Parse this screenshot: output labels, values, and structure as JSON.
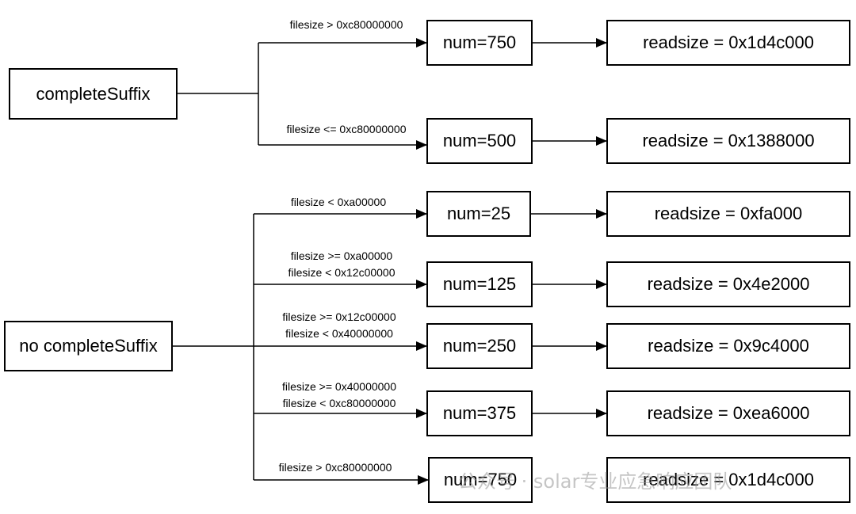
{
  "sources": {
    "complete": "completeSuffix",
    "no_complete": "no completeSuffix"
  },
  "branches": [
    {
      "cond": [
        "filesize > 0xc80000000"
      ],
      "num": "num=750",
      "readsize": "readsize = 0x1d4c000"
    },
    {
      "cond": [
        "filesize <= 0xc80000000"
      ],
      "num": "num=500",
      "readsize": "readsize = 0x1388000"
    },
    {
      "cond": [
        "filesize < 0xa00000"
      ],
      "num": "num=25",
      "readsize": "readsize = 0xfa000"
    },
    {
      "cond": [
        "filesize >= 0xa00000",
        "filesize < 0x12c00000"
      ],
      "num": "num=125",
      "readsize": "readsize = 0x4e2000"
    },
    {
      "cond": [
        "filesize >= 0x12c00000",
        "filesize < 0x40000000"
      ],
      "num": "num=250",
      "readsize": "readsize = 0x9c4000"
    },
    {
      "cond": [
        "filesize >= 0x40000000",
        "filesize < 0xc80000000"
      ],
      "num": "num=375",
      "readsize": "readsize = 0xea6000"
    },
    {
      "cond": [
        "filesize > 0xc80000000"
      ],
      "num": "num=750",
      "readsize": "readsize = 0x1d4c000"
    }
  ],
  "watermark": "公众号 · solar专业应急响应团队"
}
